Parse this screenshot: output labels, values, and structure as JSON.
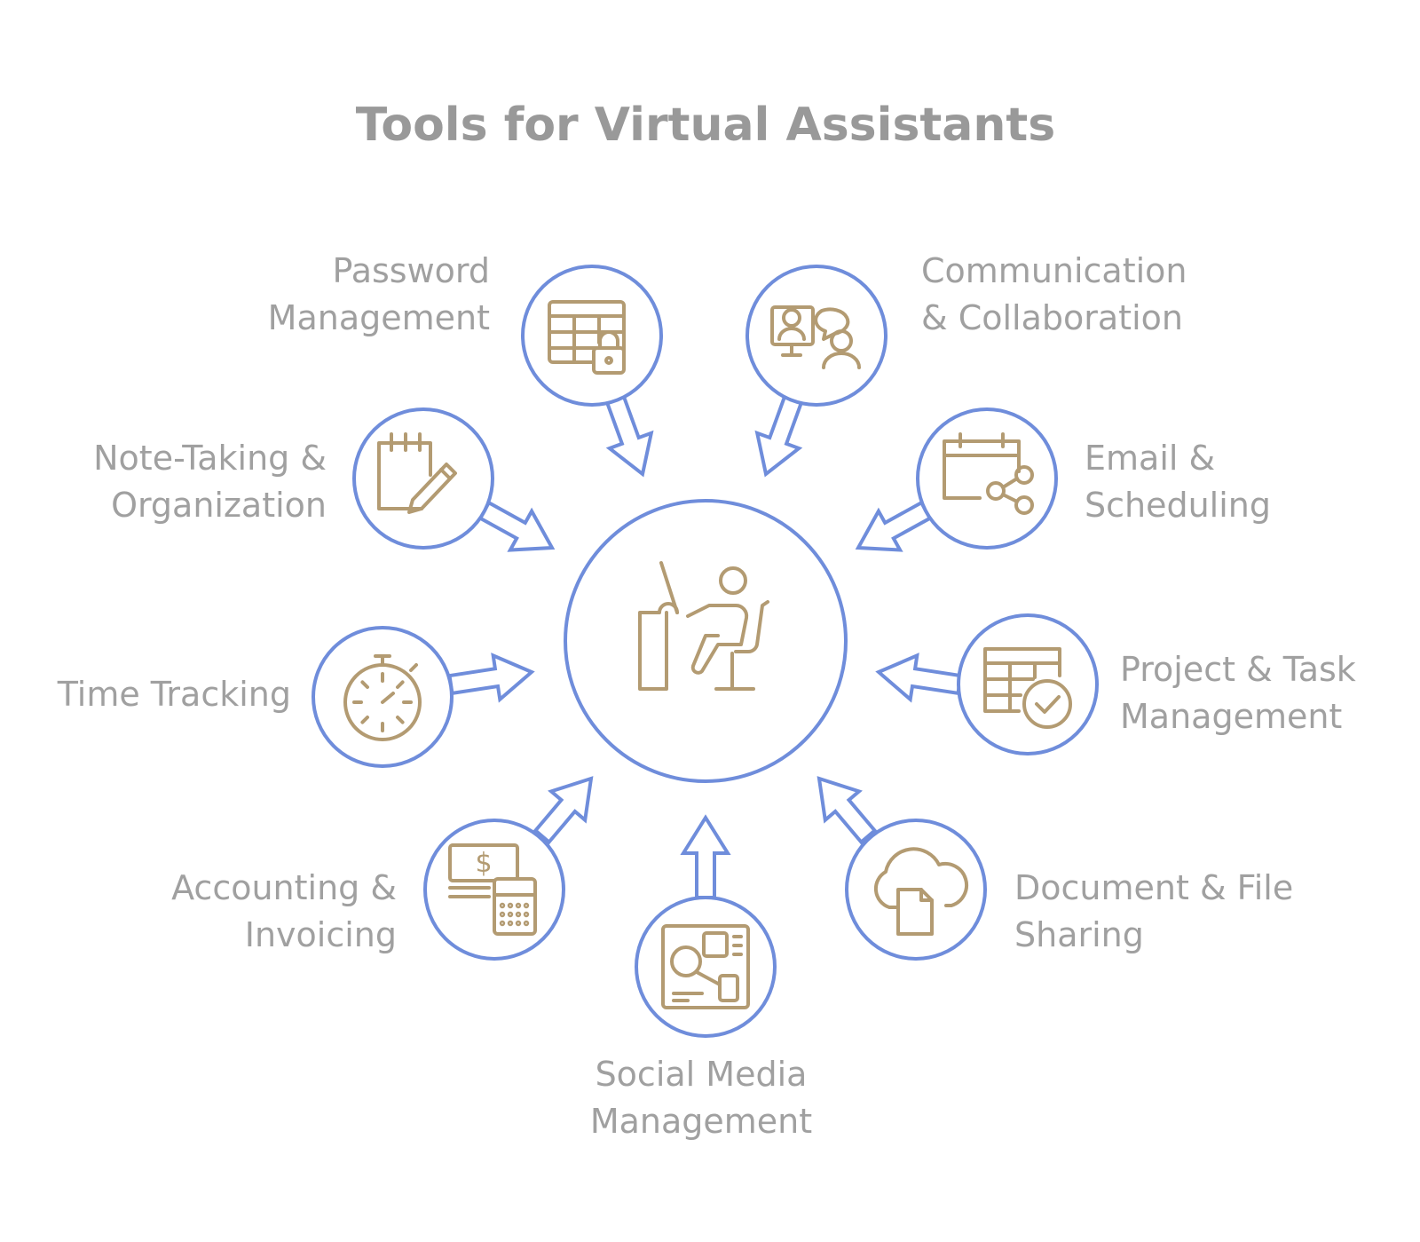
{
  "title": "Tools for Virtual Assistants",
  "colors": {
    "ring": "#6f8ddb",
    "icon": "#b39b72",
    "text": "#a0a0a0",
    "title": "#999999"
  },
  "center": {
    "icon": "person-at-desk-icon"
  },
  "tools": [
    {
      "id": "password",
      "label": [
        "Password",
        "Management"
      ],
      "icon": "spreadsheet-lock-icon"
    },
    {
      "id": "communication",
      "label": [
        "Communication",
        "& Collaboration"
      ],
      "icon": "video-chat-icon"
    },
    {
      "id": "note",
      "label": [
        "Note-Taking &",
        "Organization"
      ],
      "icon": "notepad-pencil-icon"
    },
    {
      "id": "email",
      "label": [
        "Email &",
        "Scheduling"
      ],
      "icon": "calendar-share-icon"
    },
    {
      "id": "time",
      "label": [
        "Time Tracking"
      ],
      "icon": "stopwatch-icon"
    },
    {
      "id": "project",
      "label": [
        "Project & Task",
        "Management"
      ],
      "icon": "table-checkmark-icon"
    },
    {
      "id": "accounting",
      "label": [
        "Accounting &",
        "Invoicing"
      ],
      "icon": "money-calculator-icon"
    },
    {
      "id": "document",
      "label": [
        "Document & File",
        "Sharing"
      ],
      "icon": "cloud-document-icon"
    },
    {
      "id": "social",
      "label": [
        "Social Media",
        "Management"
      ],
      "icon": "social-layout-icon"
    }
  ]
}
